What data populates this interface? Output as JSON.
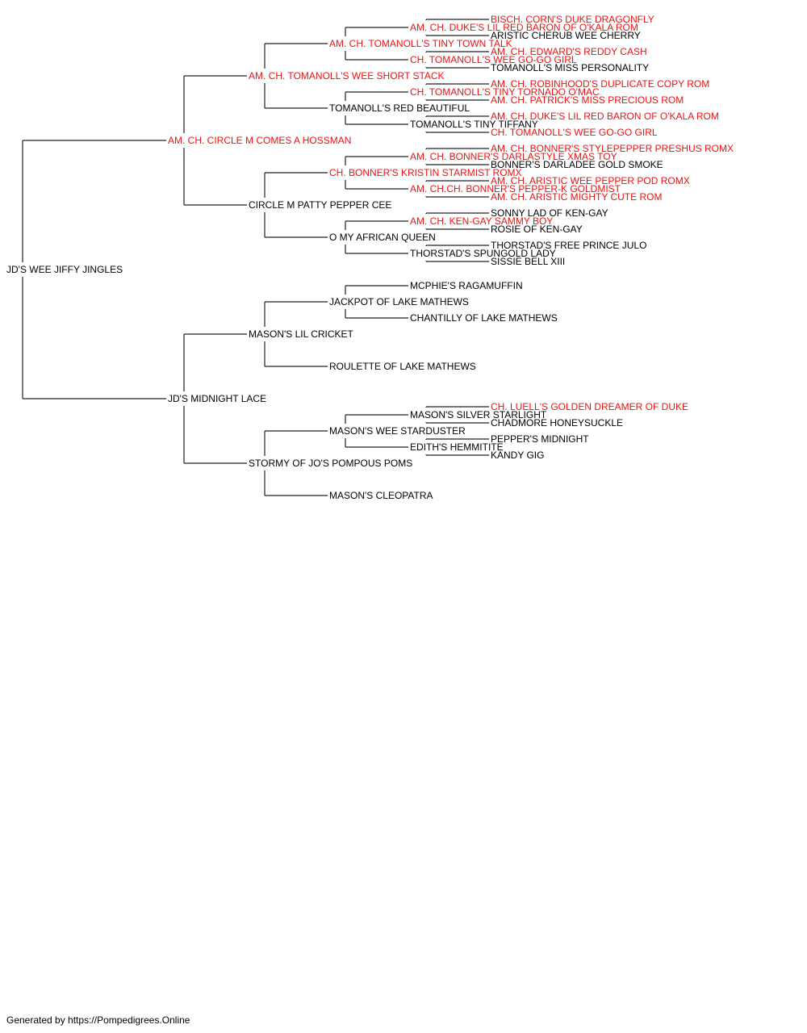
{
  "colors": {
    "titled": "#ee1111",
    "plain": "#000000",
    "line": "#222222"
  },
  "footer": "Generated by https://Pompedigrees.Online",
  "pedigree": {
    "name": "JD'S WEE JIFFY JINGLES",
    "titled": false,
    "sire": {
      "name": "AM. CH. CIRCLE M COMES A HOSSMAN",
      "titled": true,
      "sire": {
        "name": "AM. CH. TOMANOLL'S WEE SHORT STACK",
        "titled": true,
        "sire": {
          "name": "AM. CH. TOMANOLL'S TINY TOWN TALK",
          "titled": true,
          "sire": {
            "name": "AM. CH. DUKE'S LIL RED BARON OF O'KALA ROM",
            "titled": true,
            "sire": {
              "name": "BISCH. CORN'S DUKE DRAGONFLY",
              "titled": true
            },
            "dam": {
              "name": "ARISTIC CHERUB WEE CHERRY",
              "titled": false
            }
          },
          "dam": {
            "name": "CH. TOMANOLL'S WEE GO-GO GIRL",
            "titled": true,
            "sire": {
              "name": "AM. CH. EDWARD'S REDDY CASH",
              "titled": true
            },
            "dam": {
              "name": "TOMANOLL'S MISS PERSONALITY",
              "titled": false
            }
          }
        },
        "dam": {
          "name": "TOMANOLL'S RED BEAUTIFUL",
          "titled": false,
          "sire": {
            "name": "CH. TOMANOLL'S TINY TORNADO O'MAC",
            "titled": true,
            "sire": {
              "name": "AM. CH. ROBINHOOD'S DUPLICATE COPY ROM",
              "titled": true
            },
            "dam": {
              "name": "AM. CH. PATRICK'S MISS PRECIOUS ROM",
              "titled": true
            }
          },
          "dam": {
            "name": "TOMANOLL'S TINY TIFFANY",
            "titled": false,
            "sire": {
              "name": "AM. CH. DUKE'S LIL RED BARON OF O'KALA ROM",
              "titled": true
            },
            "dam": {
              "name": "CH. TOMANOLL'S WEE GO-GO GIRL",
              "titled": true
            }
          }
        }
      },
      "dam": {
        "name": "CIRCLE M PATTY PEPPER CEE",
        "titled": false,
        "sire": {
          "name": "CH. BONNER'S KRISTIN STARMIST ROMX",
          "titled": true,
          "sire": {
            "name": "AM. CH. BONNER'S DARLASTYLE XMAS TOY",
            "titled": true,
            "sire": {
              "name": "AM. CH. BONNER'S STYLEPEPPER PRESHUS ROMX",
              "titled": true
            },
            "dam": {
              "name": "BONNER'S DARLADEE GOLD SMOKE",
              "titled": false
            }
          },
          "dam": {
            "name": "AM. CH.CH. BONNER'S PEPPER-K GOLDMIST",
            "titled": true,
            "sire": {
              "name": "AM. CH. ARISTIC WEE PEPPER POD ROMX",
              "titled": true
            },
            "dam": {
              "name": "AM. CH. ARISTIC MIGHTY CUTE ROM",
              "titled": true
            }
          }
        },
        "dam": {
          "name": "O MY AFRICAN QUEEN",
          "titled": false,
          "sire": {
            "name": "AM. CH. KEN-GAY SAMMY BOY",
            "titled": true,
            "sire": {
              "name": "SONNY LAD OF KEN-GAY",
              "titled": false
            },
            "dam": {
              "name": "ROSIE OF KEN-GAY",
              "titled": false
            }
          },
          "dam": {
            "name": "THORSTAD'S SPUNGOLD LADY",
            "titled": false,
            "sire": {
              "name": "THORSTAD'S FREE PRINCE JULO",
              "titled": false
            },
            "dam": {
              "name": "SISSIE BELL XIII",
              "titled": false
            }
          }
        }
      }
    },
    "dam": {
      "name": "JD'S MIDNIGHT LACE",
      "titled": false,
      "sire": {
        "name": "MASON'S LIL CRICKET",
        "titled": false,
        "sire": {
          "name": "JACKPOT OF LAKE MATHEWS",
          "titled": false,
          "sire": {
            "name": "MCPHIE'S RAGAMUFFIN",
            "titled": false
          },
          "dam": {
            "name": "CHANTILLY OF LAKE MATHEWS",
            "titled": false
          }
        },
        "dam": {
          "name": "ROULETTE OF LAKE MATHEWS",
          "titled": false
        }
      },
      "dam": {
        "name": "STORMY OF JO'S POMPOUS POMS",
        "titled": false,
        "sire": {
          "name": "MASON'S WEE STARDUSTER",
          "titled": false,
          "sire": {
            "name": "MASON'S SILVER STARLIGHT",
            "titled": false,
            "sire": {
              "name": "CH. LUELL'S GOLDEN DREAMER OF DUKE",
              "titled": true
            },
            "dam": {
              "name": "CHADMORE HONEYSUCKLE",
              "titled": false
            }
          },
          "dam": {
            "name": "EDITH'S HEMMITITE",
            "titled": false,
            "sire": {
              "name": "PEPPER'S MIDNIGHT",
              "titled": false
            },
            "dam": {
              "name": "KANDY GIG",
              "titled": false
            }
          }
        },
        "dam": {
          "name": "MASON'S CLEOPATRA",
          "titled": false
        }
      }
    }
  }
}
